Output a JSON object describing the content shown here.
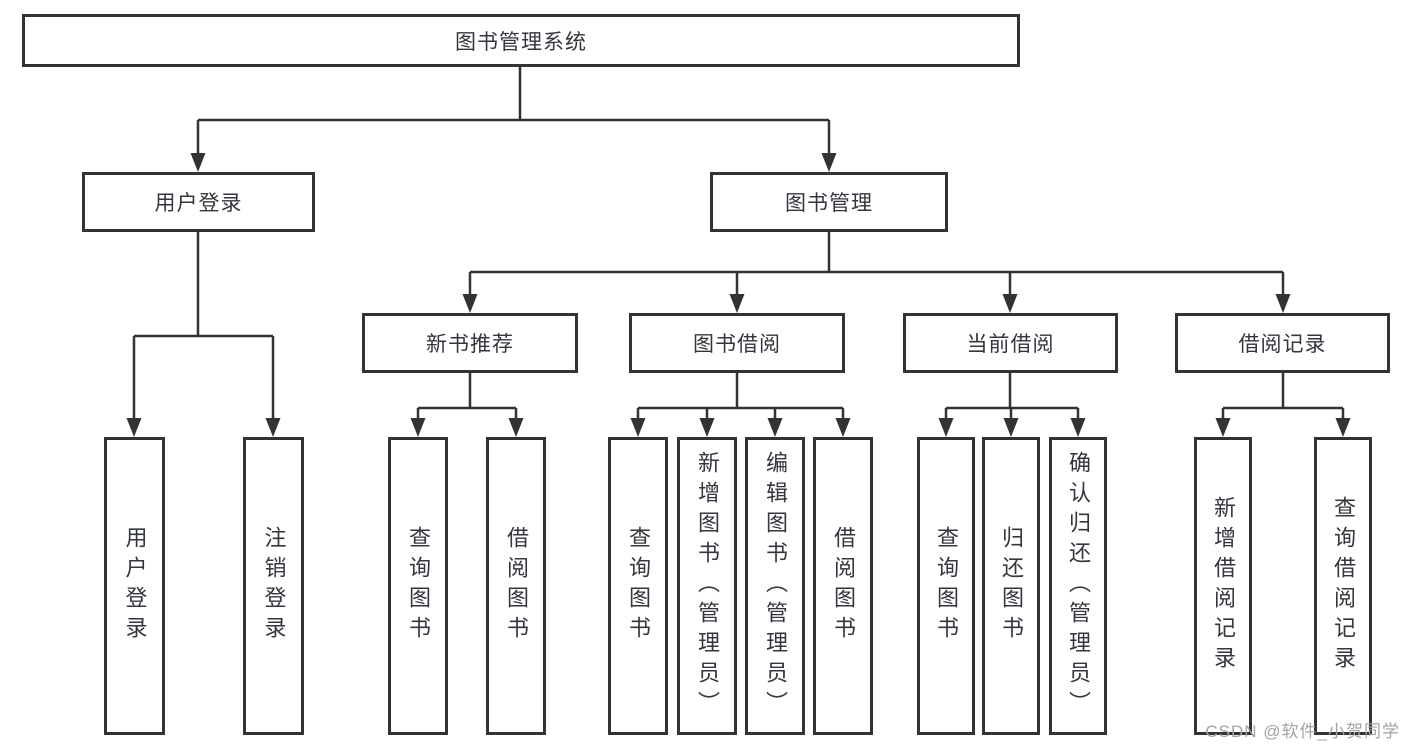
{
  "diagram": {
    "nodes": {
      "root": "图书管理系统",
      "user_login": "用户登录",
      "book_mgmt": "图书管理",
      "new_book_rec": "新书推荐",
      "book_borrow": "图书借阅",
      "current_borrow": "当前借阅",
      "borrow_record": "借阅记录",
      "leaf_user_login": "用户登录",
      "leaf_logout": "注销登录",
      "rec_query_book": "查询图书",
      "rec_borrow_book": "借阅图书",
      "bb_query_book": "查询图书",
      "bb_add_book": "新增图书（管理员）",
      "bb_edit_book": "编辑图书（管理员）",
      "bb_borrow_book": "借阅图书",
      "cb_query_book": "查询图书",
      "cb_return_book": "归还图书",
      "cb_confirm_return": "确认归还（管理员）",
      "br_add_record": "新增借阅记录",
      "br_query_record": "查询借阅记录"
    },
    "colors": {
      "line": "#333333",
      "text": "#33373d",
      "watermark": "#a3a3a3"
    }
  },
  "watermark": "CSDN @软件_小贺同学"
}
